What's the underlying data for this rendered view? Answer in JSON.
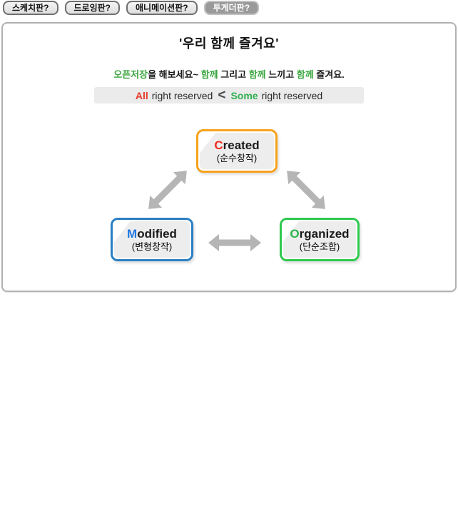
{
  "tabs": [
    {
      "label": "스케치판?",
      "active": false
    },
    {
      "label": "드로잉판?",
      "active": false
    },
    {
      "label": "애니메이션판?",
      "active": false
    },
    {
      "label": "투게더판?",
      "active": true
    }
  ],
  "panel": {
    "title": "'우리 함께 즐겨요'",
    "subtitle": {
      "seg1": "오픈저장",
      "seg2": "을 해보세요~ ",
      "seg3": "함께",
      "seg4": " 그리고 ",
      "seg5": "함께",
      "seg6": " 느끼고 ",
      "seg7": "함께",
      "seg8": " 즐겨요."
    },
    "banner": {
      "all": "All",
      "text1": "right reserved",
      "lt": "<",
      "some": "Some",
      "text2": "right reserved"
    },
    "diagram": {
      "created": {
        "initial": "C",
        "rest": "reated",
        "sub": "(순수창작)"
      },
      "modified": {
        "initial": "M",
        "rest": "odified",
        "sub": "(변형창작)"
      },
      "organized": {
        "initial": "O",
        "rest": "rganized",
        "sub": "(단순조합)"
      }
    }
  },
  "colors": {
    "subtitle_green": "#3aa63f",
    "all_red": "#e8372a",
    "some_green": "#2faf4e",
    "created_border_orange": "#f7a21d",
    "modified_border_blue": "#2b7fc3",
    "organized_border_green": "#2fc94f",
    "initial_c_red": "#f02b1b",
    "initial_m_blue": "#1e78e0",
    "initial_o_green": "#2ab54a",
    "arrow_gray": "#b5b5b5",
    "banner_bg": "#ebebeb",
    "active_tab_bg": "#9a9a9a"
  }
}
